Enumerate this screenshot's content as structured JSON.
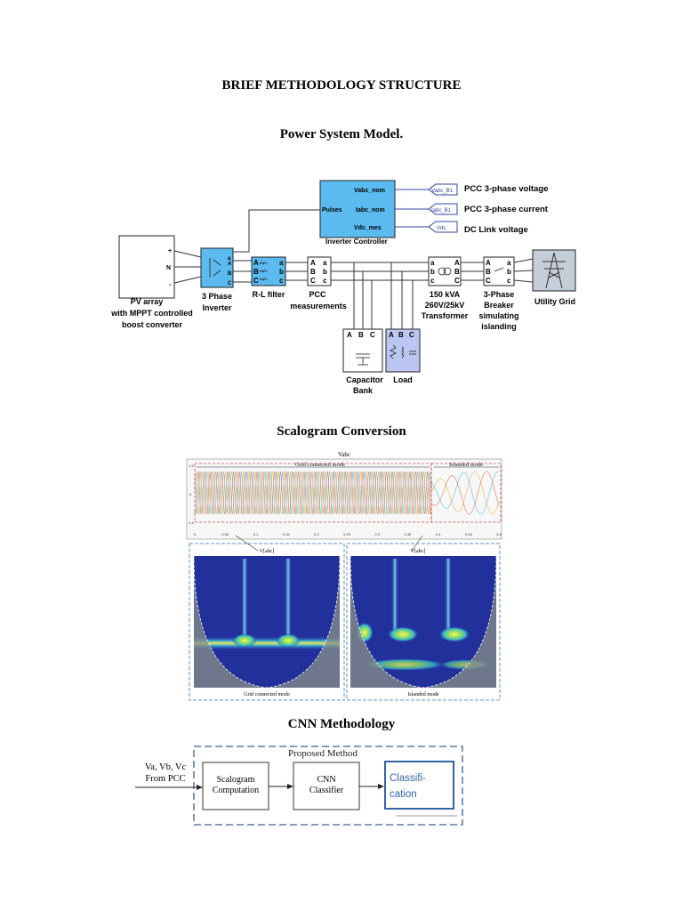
{
  "page": {
    "title": "BRIEF METHODOLOGY STRUCTURE",
    "sections": {
      "power": "Power System Model.",
      "scalogram": "Scalogram Conversion",
      "cnn": "CNN Methodology"
    }
  },
  "power_model": {
    "controller": {
      "ports": [
        "Vabc_nom",
        "Iabc_nom",
        "Vdc_mes"
      ],
      "pulses": "Pulses",
      "name": "Inverter Controller"
    },
    "goto_tags": [
      "Vabc_B1",
      "Iabc_B1",
      "Vdc"
    ],
    "signal_labels": [
      "PCC 3-phase voltage",
      "PCC 3-phase current",
      "DC Link voltage"
    ],
    "pv": {
      "label1": "PV array",
      "label2": "with MPPT controlled",
      "label3": "boost converter",
      "pins": [
        "+",
        "N",
        "-"
      ]
    },
    "inverter": {
      "label1": "3 Phase",
      "label2": "Inverter"
    },
    "filter": {
      "label": "R-L filter"
    },
    "pcc": {
      "label1": "PCC",
      "label2": "measurements"
    },
    "transformer": {
      "label1": "150 kVA",
      "label2": "260V/25kV",
      "label3": "Transformer"
    },
    "breaker": {
      "label1": "3-Phase",
      "label2": "Breaker",
      "label3": "simulating",
      "label4": "islanding"
    },
    "grid": {
      "label": "Utility Grid"
    },
    "capacitor": {
      "label1": "Capacitor",
      "label2": "Bank"
    },
    "load": {
      "label": "Load"
    },
    "phases_upper": [
      "A",
      "B",
      "C"
    ],
    "phases_lower": [
      "a",
      "b",
      "c"
    ]
  },
  "scalogram": {
    "top_title": "Vabc",
    "grid_mode": "Grid connected mode",
    "islanded_mode": "Islanded mode",
    "yticks": [
      "1.2",
      "0",
      "-1.2"
    ],
    "xticks": [
      "0",
      "0.05",
      "0.1",
      "0.15",
      "0.2",
      "0.25",
      "0.3",
      "0.35",
      "0.4",
      "0.45",
      "0.5"
    ],
    "left_title": "V[abc]",
    "right_title": "V[abc]",
    "left_caption": "Grid connected mode",
    "right_caption": "Islanded mode"
  },
  "cnn": {
    "title": "Proposed Method",
    "input1": "Va, Vb, Vc",
    "input2": "From PCC",
    "block1_line1": "Scalogram",
    "block1_line2": "Computation",
    "block2_line1": "CNN",
    "block2_line2": "Classifier",
    "block3_line1": "Classifi-",
    "block3_line2": "cation"
  },
  "colors": {
    "simulink_block": "#5bbbf0",
    "scalogram_bg": "#22309c",
    "phase_a": "#f2b84a",
    "phase_b": "#5ec0e8",
    "phase_c": "#e07a5f",
    "dashed_blue": "#5b8fc9"
  }
}
